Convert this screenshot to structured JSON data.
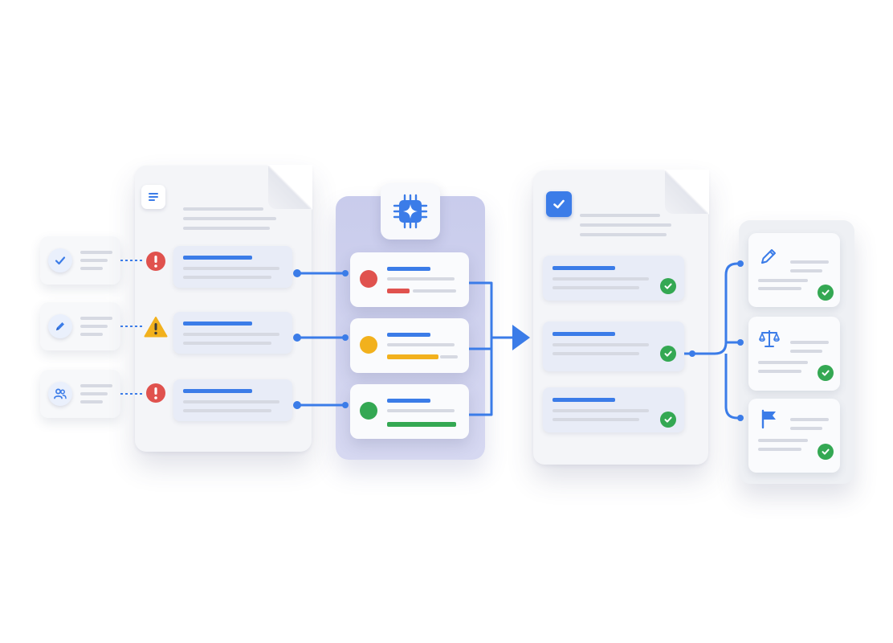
{
  "diagram": {
    "colors": {
      "accent": "#3b7ce8",
      "error": "#e0524e",
      "warning": "#f2b11d",
      "success": "#34a853",
      "ai_panel": "#cfd2ef"
    },
    "source_items": [
      {
        "side_icon": "check-circle-icon",
        "status_icon": "error-icon"
      },
      {
        "side_icon": "pencil-icon",
        "status_icon": "warning-icon"
      },
      {
        "side_icon": "users-icon",
        "status_icon": "error-icon"
      }
    ],
    "ai_processor_icon": "ai-chip-sparkle-icon",
    "results": [
      {
        "status": "red"
      },
      {
        "status": "yellow"
      },
      {
        "status": "green"
      }
    ],
    "output_document_icon": "checkbox-icon",
    "approvals": [
      {
        "icon": "pen-icon",
        "status_icon": "success-check-icon"
      },
      {
        "icon": "scales-icon",
        "status_icon": "success-check-icon"
      },
      {
        "icon": "flag-icon",
        "status_icon": "success-check-icon"
      }
    ]
  }
}
